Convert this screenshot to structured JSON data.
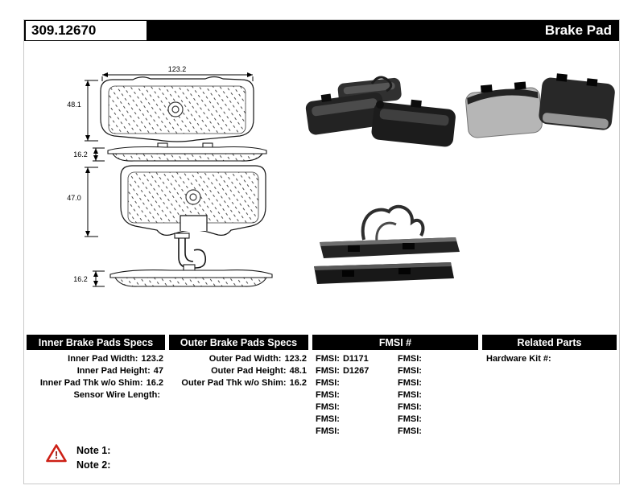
{
  "header": {
    "part_number": "309.12670",
    "title": "Brake Pad"
  },
  "diagram": {
    "dims": {
      "outer_width": "123.2",
      "outer_height": "48.1",
      "outer_thickness": "16.2",
      "inner_height": "47.0",
      "inner_thickness": "16.2"
    }
  },
  "specs": {
    "inner": {
      "title": "Inner Brake Pads Specs",
      "rows": [
        {
          "label": "Inner Pad Width:",
          "value": "123.2"
        },
        {
          "label": "Inner Pad Height:",
          "value": "47"
        },
        {
          "label": "Inner Pad Thk w/o Shim:",
          "value": "16.2"
        },
        {
          "label": "Sensor Wire Length:",
          "value": ""
        }
      ]
    },
    "outer": {
      "title": "Outer Brake Pads Specs",
      "rows": [
        {
          "label": "Outer Pad Width:",
          "value": "123.2"
        },
        {
          "label": "Outer Pad Height:",
          "value": "48.1"
        },
        {
          "label": "Outer Pad Thk w/o Shim:",
          "value": "16.2"
        }
      ]
    },
    "fmsi": {
      "title": "FMSI #",
      "col1": [
        {
          "label": "FMSI:",
          "value": "D1171"
        },
        {
          "label": "FMSI:",
          "value": "D1267"
        },
        {
          "label": "FMSI:",
          "value": ""
        },
        {
          "label": "FMSI:",
          "value": ""
        },
        {
          "label": "FMSI:",
          "value": ""
        },
        {
          "label": "FMSI:",
          "value": ""
        },
        {
          "label": "FMSI:",
          "value": ""
        }
      ],
      "col2": [
        {
          "label": "FMSI:",
          "value": ""
        },
        {
          "label": "FMSI:",
          "value": ""
        },
        {
          "label": "FMSI:",
          "value": ""
        },
        {
          "label": "FMSI:",
          "value": ""
        },
        {
          "label": "FMSI:",
          "value": ""
        },
        {
          "label": "FMSI:",
          "value": ""
        },
        {
          "label": "FMSI:",
          "value": ""
        }
      ]
    },
    "related": {
      "title": "Related Parts",
      "rows": [
        {
          "label": "Hardware Kit #:",
          "value": ""
        }
      ]
    }
  },
  "notes": {
    "warning_glyph": "!",
    "items": [
      {
        "label": "Note 1:",
        "text": ""
      },
      {
        "label": "Note 2:",
        "text": ""
      }
    ]
  },
  "colors": {
    "header_bg": "#000000",
    "header_text": "#ffffff",
    "warning_red": "#cd2016"
  }
}
